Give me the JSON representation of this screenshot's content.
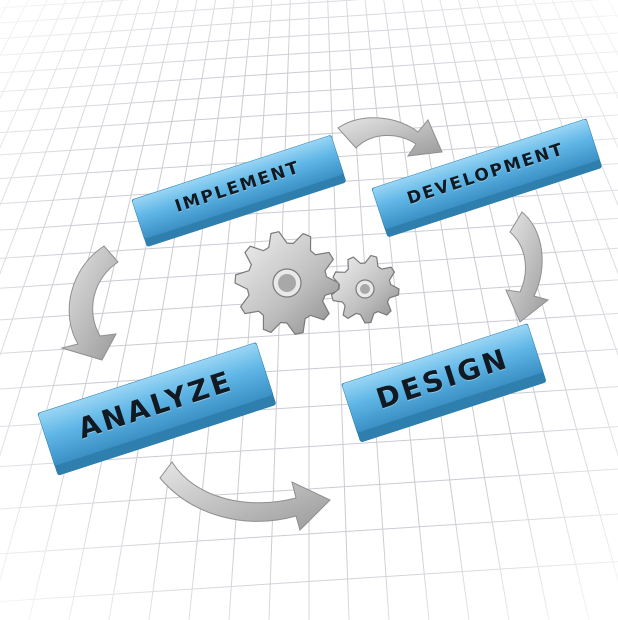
{
  "diagram": {
    "stages": [
      {
        "id": "implement",
        "label": "IMPLEMENT"
      },
      {
        "id": "development",
        "label": "DEVELOPMENT"
      },
      {
        "id": "design",
        "label": "DESIGN"
      },
      {
        "id": "analyze",
        "label": "ANALYZE"
      }
    ],
    "center_icon": "gears-icon",
    "cycle_arrows": [
      "curved-arrow-icon",
      "curved-arrow-icon",
      "curved-arrow-icon",
      "curved-arrow-icon"
    ]
  },
  "colors": {
    "block_fill": "#5fb6e6",
    "block_dark": "#2f7fae",
    "arrow_fill": "#cfcfcf",
    "grid_line": "#c9ccd3",
    "text": "#111a22"
  }
}
